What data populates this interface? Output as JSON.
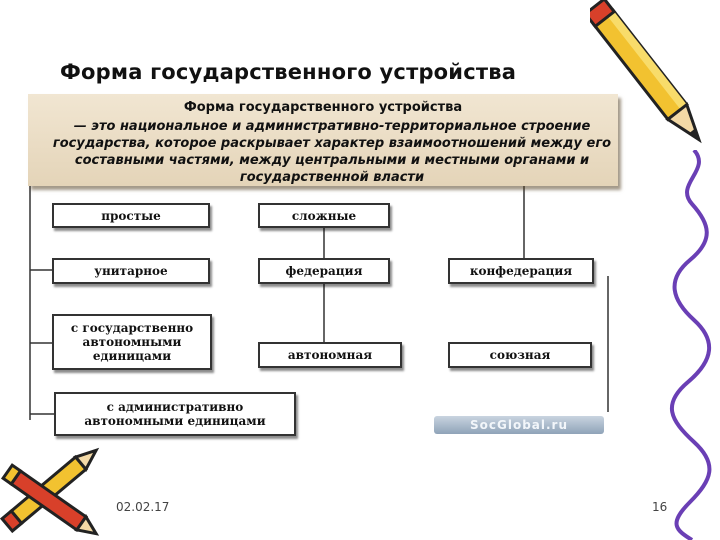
{
  "slide": {
    "title": "Форма государственного устройства",
    "definition": {
      "heading": "Форма государственного устройства",
      "text": "— это национальное и административно-территориальное строение государства, которое раскрывает характер взаимоотношений между его составными частями, между центральными и местными органами и государственной власти"
    },
    "diagram": {
      "simple": "простые",
      "complex": "сложные",
      "unitary": "унитарное",
      "federation": "федерация",
      "confederation": "конфедерация",
      "with_state_autonomous": "с государственно автономными единицами",
      "autonomous": "автономная",
      "union": "союзная",
      "with_admin_autonomous": "с административно автономными единицами"
    },
    "watermark": "SocGlobal.ru",
    "footer": {
      "date": "02.02.17",
      "page": "16"
    },
    "colors": {
      "definition_bg": "#ece0c8",
      "pencil_yellow": "#f2c230",
      "pencil_red": "#d8402a"
    }
  }
}
